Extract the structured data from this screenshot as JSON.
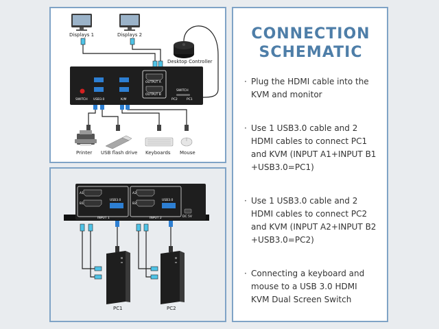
{
  "schematic": {
    "displays": [
      "Displays 1",
      "Displays 2"
    ],
    "desktop_controller": "Desktop Controller",
    "kvm_front": {
      "port_labels": [
        "OUTPUT A",
        "OUTPUT B",
        "SWITCH",
        "PC2",
        "PC1",
        "SWITCH",
        "USB3.0",
        "K/M"
      ]
    },
    "peripherals": [
      "Printer",
      "USB flash drive",
      "Keyboards",
      "Mouse"
    ],
    "kvm_back": {
      "port_labels": [
        "A1",
        "B1",
        "USB3.0",
        "INPUT 1",
        "A2",
        "B2",
        "USB3.0",
        "INPUT 2",
        "DC 5V"
      ]
    },
    "computers": [
      "PC1",
      "PC2"
    ]
  },
  "info": {
    "title_line1": "CONNECTION",
    "title_line2": "SCHEMATIC",
    "bullets": [
      {
        "marker": "·",
        "text": "Plug the HDMI cable into the KVM and monitor"
      },
      {
        "marker": "·",
        "text": "Use 1 USB3.0 cable and 2 HDMI cables to connect PC1 and KVM (INPUT A1+INPUT B1 +USB3.0=PC1)"
      },
      {
        "marker": "·",
        "text": "Use 1 USB3.0 cable and 2 HDMI cables to connect PC2 and KVM (INPUT A2+INPUT B2 +USB3.0=PC2)"
      },
      {
        "marker": "·",
        "text": "Connecting a keyboard and mouse to a USB 3.0 HDMI KVM Dual Screen Switch"
      }
    ]
  },
  "colors": {
    "panel_border": "#7fa3c6",
    "title": "#4e7ea8",
    "usb_blue": "#2d7fd3",
    "hdmi_accent": "#4fc3e6",
    "device_dark": "#1e1e1e"
  }
}
